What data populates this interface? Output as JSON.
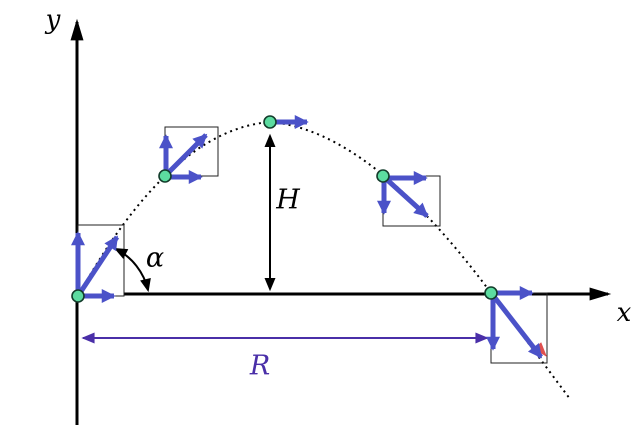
{
  "labels": {
    "y_axis": "y",
    "x_axis": "x",
    "max_height": "H",
    "range": "R",
    "launch_angle": "α"
  },
  "colors": {
    "background": "#ffffff",
    "axis_black": "#000000",
    "box_outline": "#222222",
    "vector_blue": "#4b52c8",
    "range_indigo": "#4a2fa8",
    "point_green": "#5cdca0",
    "point_outline": "#143d2c",
    "red_arrow": "#e0504f"
  },
  "points": [
    {
      "name": "launch",
      "arrows": [
        "vy-up",
        "vx-right",
        "v-diagonal-up"
      ]
    },
    {
      "name": "rising",
      "arrows": [
        "vy-up",
        "vx-right",
        "v-diagonal-up"
      ]
    },
    {
      "name": "apex",
      "arrows": [
        "vx-right"
      ]
    },
    {
      "name": "descending",
      "arrows": [
        "vx-right",
        "vy-down",
        "v-diagonal-down"
      ]
    },
    {
      "name": "landing",
      "arrows": [
        "vx-right",
        "vy-down",
        "v-diagonal-down",
        "red-tip"
      ]
    }
  ]
}
